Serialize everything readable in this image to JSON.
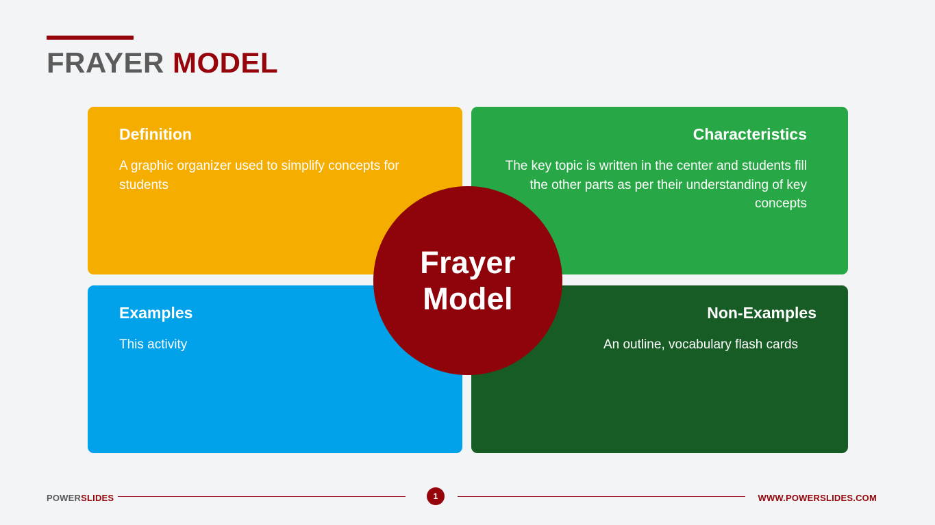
{
  "slide": {
    "background_color": "#f2f4f6",
    "title": {
      "part_one": "FRAYER ",
      "part_two": "MODEL",
      "part_one_color": "#5b5b5b",
      "part_two_color": "#96050b"
    },
    "center": {
      "line_one": "Frayer",
      "line_two": "Model",
      "color": "#8e040a"
    },
    "quadrants": [
      {
        "key": "definition",
        "heading": "Definition",
        "body": "A graphic organizer used to simplify concepts for students",
        "color": "#f5ad00",
        "align": "left"
      },
      {
        "key": "characteristics",
        "heading": "Characteristics",
        "body": "The key topic is written in the center and students fill the other parts as per their understanding of key concepts",
        "color": "#27a745",
        "align": "right"
      },
      {
        "key": "examples",
        "heading": "Examples",
        "body": "This activity",
        "color": "#02a2eb",
        "align": "left"
      },
      {
        "key": "non-examples",
        "heading": "Non-Examples",
        "body": "An outline, vocabulary flash cards",
        "color": "#175c25",
        "align": "right"
      }
    ],
    "footer": {
      "logo_part_one": "POWER",
      "logo_part_two": "SLIDES",
      "page_number": "1",
      "url": "WWW.POWERSLIDES.COM",
      "accent_color": "#96050b"
    }
  }
}
